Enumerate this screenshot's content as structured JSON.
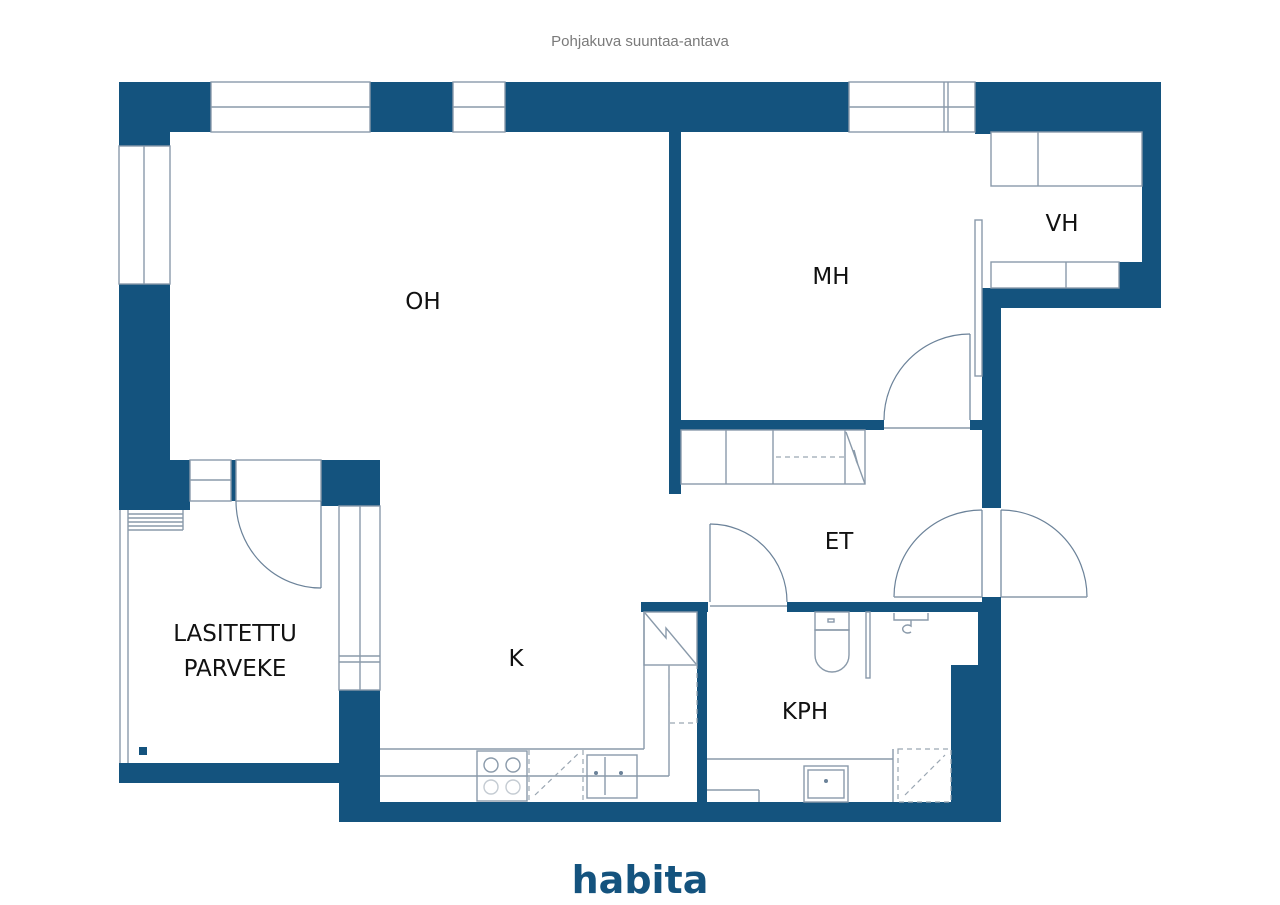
{
  "caption": "Pohjakuva suuntaa-antava",
  "brand": {
    "logo_text": "habita",
    "color": "#14537e"
  },
  "colors": {
    "wall": "#14537e",
    "fixture_line": "#8a9aaa",
    "label": "#111111"
  },
  "rooms": {
    "oh": "OH",
    "mh": "MH",
    "vh": "VH",
    "et": "ET",
    "k": "K",
    "kph": "KPH",
    "balcony_line1": "LASITETTU",
    "balcony_line2": "PARVEKE"
  }
}
